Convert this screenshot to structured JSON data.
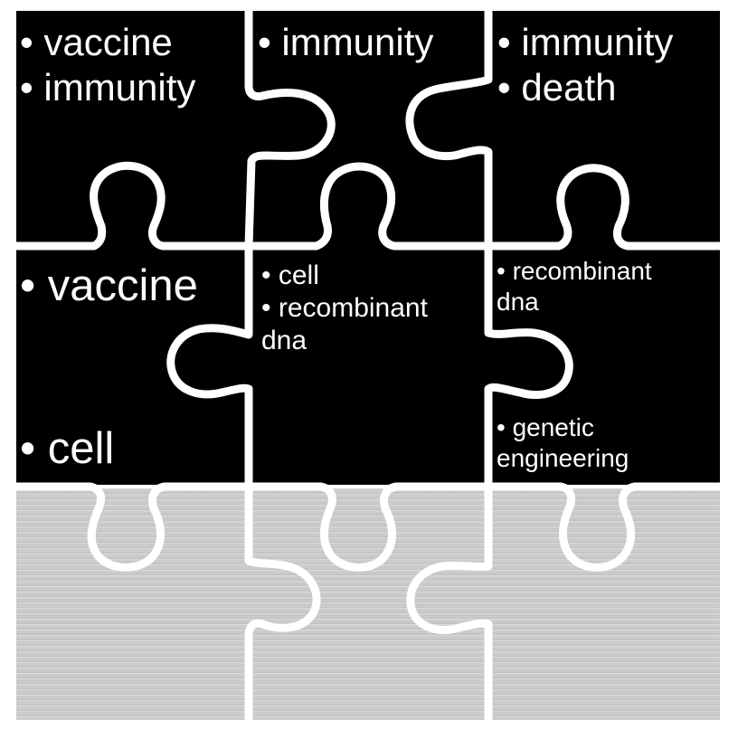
{
  "pieces": {
    "top_left": {
      "items": [
        "• vaccine",
        "• immunity"
      ]
    },
    "top_middle": {
      "items": [
        "• immunity"
      ]
    },
    "top_right": {
      "items": [
        "• immunity",
        "• death"
      ]
    },
    "middle_left": {
      "top_item": "• vaccine",
      "bottom_item": "• cell"
    },
    "center": {
      "items": [
        "• cell",
        "• recombinant",
        "dna"
      ]
    },
    "middle_right": {
      "top_items": [
        "• recombinant",
        "dna"
      ],
      "bottom_items": [
        "• genetic",
        "engineering"
      ]
    }
  },
  "colors": {
    "black_piece": "#000000",
    "separator": "#ffffff",
    "metal_light": "#d8d8d8",
    "metal_dark": "#b9b9b9"
  }
}
